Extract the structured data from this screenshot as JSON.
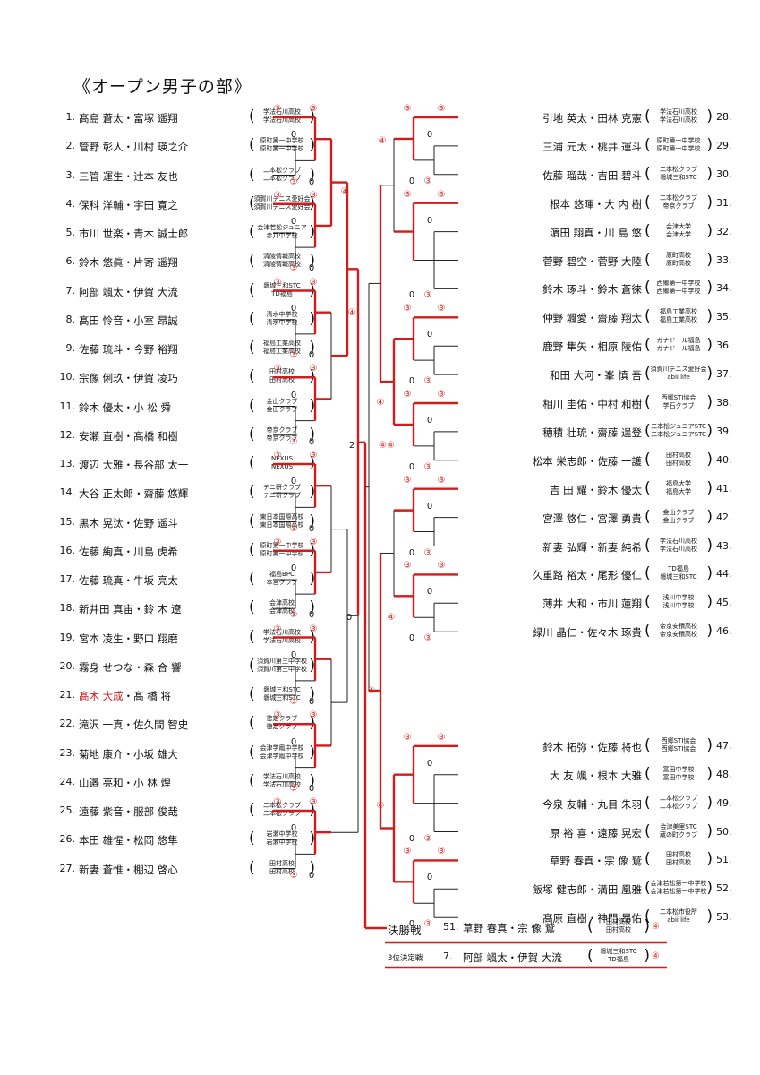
{
  "title": "《オープン男子の部》",
  "left_entries": [
    {
      "num": "1.",
      "names": "髙島 蒼太・富塚 遥翔",
      "club": [
        "学法石川高校",
        "学法石川高校"
      ]
    },
    {
      "num": "2.",
      "names": "管野 彰人・川村 瑛之介",
      "club": [
        "原町第一中学校",
        "原町第一中学校"
      ]
    },
    {
      "num": "3.",
      "names": "三管 運生・辻本 友也",
      "club": [
        "二本松クラブ",
        "二本松クラブ"
      ]
    },
    {
      "num": "4.",
      "names": "保科 洋輔・宇田 寛之",
      "club": [
        "須賀川テニス愛好会",
        "須賀川テニス愛好会"
      ]
    },
    {
      "num": "5.",
      "names": "市川 世楽・青木 誠士郎",
      "club": [
        "会津若松ジュニア",
        "赤井中学校"
      ]
    },
    {
      "num": "6.",
      "names": "鈴木 悠眞・片寄 遥翔",
      "club": [
        "清陵情報高校",
        "清陵情報高校"
      ]
    },
    {
      "num": "7.",
      "names": "阿部 颯太・伊賀 大流",
      "club": [
        "磐城三和STC",
        "TD福島"
      ]
    },
    {
      "num": "8.",
      "names": "髙田 怜音・小室 昂誠",
      "club": [
        "清水中学校",
        "清水中学校"
      ]
    },
    {
      "num": "9.",
      "names": "佐藤 琉斗・今野 裕翔",
      "club": [
        "福島工業高校",
        "福島工業高校"
      ]
    },
    {
      "num": "10.",
      "names": "宗像 俐玖・伊賀 凌巧",
      "club": [
        "田村高校",
        "田村高校"
      ]
    },
    {
      "num": "11.",
      "names": "鈴木 優太・小 松 舜",
      "club": [
        "金山クラブ",
        "金山クラブ"
      ]
    },
    {
      "num": "12.",
      "names": "安瀬 直樹・髙橋 和樹",
      "club": [
        "帝京クラブ",
        "帝京クラブ"
      ]
    },
    {
      "num": "13.",
      "names": "渡辺 大雅・長谷部 太一",
      "club": [
        "NEXUS",
        "NEXUS"
      ]
    },
    {
      "num": "14.",
      "names": "大谷 正太郎・齋藤 悠輝",
      "club": [
        "テニ研クラブ",
        "テニ研クラブ"
      ]
    },
    {
      "num": "15.",
      "names": "黒木 晃汰・佐野 遥斗",
      "club": [
        "東日本国際高校",
        "東日本国際高校"
      ]
    },
    {
      "num": "16.",
      "names": "佐藤 絢真・川島 虎希",
      "club": [
        "原町第一中学校",
        "原町第一中学校"
      ]
    },
    {
      "num": "17.",
      "names": "佐藤 琉真・牛坂 亮太",
      "club": [
        "福島BPC",
        "本宮クラブ"
      ]
    },
    {
      "num": "18.",
      "names": "新井田 真宙・鈴 木 遼",
      "club": [
        "会津高校",
        "会津高校"
      ]
    },
    {
      "num": "19.",
      "names": "宮本 凌生・野口 翔磨",
      "club": [
        "学法石川高校",
        "学法石川高校"
      ]
    },
    {
      "num": "20.",
      "names": "霧身 せつな・森 合 響",
      "club": [
        "須賀川第三中学校",
        "須賀川第三中学校"
      ]
    },
    {
      "num": "21.",
      "names": "髙木 大成・髙 橋 将",
      "club": [
        "磐城三和STC",
        "磐城三和STC"
      ]
    },
    {
      "num": "22.",
      "names": "滝沢 一真・佐久間 智史",
      "club": [
        "徳定クラブ",
        "徳定クラブ"
      ]
    },
    {
      "num": "23.",
      "names": "菊地 康介・小坂 雄大",
      "club": [
        "会津学鳳中学校",
        "会津学鳳中学校"
      ]
    },
    {
      "num": "24.",
      "names": "山邉 亮和・小 林 煌",
      "club": [
        "学法石川高校",
        "学法石川高校"
      ]
    },
    {
      "num": "25.",
      "names": "遠藤 紫音・服部 俊哉",
      "club": [
        "二本松クラブ",
        "二本松クラブ"
      ]
    },
    {
      "num": "26.",
      "names": "本田 雄惺・松岡 悠隼",
      "club": [
        "岩瀬中学校",
        "岩瀬中学校"
      ]
    },
    {
      "num": "27.",
      "names": "新妻 蒼惟・棚辺 啓心",
      "club": [
        "田村高校",
        "田村高校"
      ]
    }
  ],
  "right_entries": [
    {
      "num": "28.",
      "names": "引地 英太・田林 克憲",
      "club": [
        "学法石川高校",
        "学法石川高校"
      ]
    },
    {
      "num": "29.",
      "names": "三浦 元太・桃井 運斗",
      "club": [
        "原町第一中学校",
        "原町第一中学校"
      ]
    },
    {
      "num": "30.",
      "names": "佐藤 瑠哉・吉田 碧斗",
      "club": [
        "二本松クラブ",
        "磐城三和STC"
      ]
    },
    {
      "num": "31.",
      "names": "根本 悠暉・大 内 樹",
      "club": [
        "二本松クラブ",
        "帝京クラブ"
      ]
    },
    {
      "num": "32.",
      "names": "濵田 翔真・川 島 悠",
      "club": [
        "会津大学",
        "会津大学"
      ]
    },
    {
      "num": "33.",
      "names": "菅野 碧空・菅野 大陸",
      "club": [
        "原町高校",
        "原町高校"
      ]
    },
    {
      "num": "34.",
      "names": "鈴木 琢斗・鈴木 蒼徠",
      "club": [
        "西郷第一中学校",
        "西郷第一中学校"
      ]
    },
    {
      "num": "35.",
      "names": "仲野 颯愛・齋藤 翔太",
      "club": [
        "福島工業高校",
        "福島工業高校"
      ]
    },
    {
      "num": "36.",
      "names": "鹿野 隼矢・相原 陵佑",
      "club": [
        "ガナドール福島",
        "ガナドール福島"
      ]
    },
    {
      "num": "37.",
      "names": "和田 大河・峯 慎 吾",
      "club": [
        "須賀川テニス愛好会",
        "abii life"
      ]
    },
    {
      "num": "38.",
      "names": "相川 圭佑・中村 和樹",
      "club": [
        "西郷STI協会",
        "学石クラブ"
      ]
    },
    {
      "num": "39.",
      "names": "穂積 壮琉・齋藤 逞登",
      "club": [
        "二本松ジュニアSTC",
        "二本松ジュニアSTC"
      ]
    },
    {
      "num": "40.",
      "names": "松本 栄志郎・佐藤 一護",
      "club": [
        "田村高校",
        "田村高校"
      ]
    },
    {
      "num": "41.",
      "names": "吉 田 耀・鈴木 優太",
      "club": [
        "福島大学",
        "福島大学"
      ]
    },
    {
      "num": "42.",
      "names": "宮澤 悠仁・宮澤 勇貴",
      "club": [
        "金山クラブ",
        "金山クラブ"
      ]
    },
    {
      "num": "43.",
      "names": "新妻 弘輝・新妻 純希",
      "club": [
        "学法石川高校",
        "学法石川高校"
      ]
    },
    {
      "num": "44.",
      "names": "久重路 裕太・尾形 優仁",
      "club": [
        "TD福島",
        "磐城三和STC"
      ]
    },
    {
      "num": "45.",
      "names": "薄井 大和・市川 蓮翔",
      "club": [
        "浅川中学校",
        "浅川中学校"
      ]
    },
    {
      "num": "46.",
      "names": "緑川 晶仁・佐々木 琢貴",
      "club": [
        "帝京安積高校",
        "帝京安積高校"
      ]
    },
    {
      "num": "47.",
      "names": "鈴木 拓弥・佐藤 将也",
      "club": [
        "西郷STI協会",
        "西郷STI協会"
      ]
    },
    {
      "num": "48.",
      "names": "大 友 颯・根本 大雅",
      "club": [
        "富田中学校",
        "富田中学校"
      ]
    },
    {
      "num": "49.",
      "names": "今泉 友輔・丸目 朱羽",
      "club": [
        "二本松クラブ",
        "二本松クラブ"
      ]
    },
    {
      "num": "50.",
      "names": "原 裕 喜・遠藤 晃宏",
      "club": [
        "会津美里STC",
        "蔵の町クラブ"
      ]
    },
    {
      "num": "51.",
      "names": "草野 春真・宗 像 鷲",
      "club": [
        "田村高校",
        "田村高校"
      ]
    },
    {
      "num": "52.",
      "names": "飯塚 健志郎・満田 凰雅",
      "club": [
        "会津若松第一中学校",
        "会津若松第一中学校"
      ]
    },
    {
      "num": "53.",
      "names": "髙原 直樹・神門 昂佑",
      "club": [
        "二本松市役所",
        "abii life"
      ]
    }
  ],
  "final": {
    "label": "決勝戦",
    "num": "51.",
    "names": "草野 春真・宗 像 鷲",
    "club": [
      "田村高校",
      "田村高校"
    ],
    "score": "④"
  },
  "third_place": {
    "label": "3位決定戦",
    "num": "7.",
    "names": "阿部 颯太・伊賀 大流",
    "club": [
      "磐城三和STC",
      "TD福島"
    ],
    "score": "④"
  },
  "colors": {
    "winner": "#d21c1c",
    "line": "#222222"
  }
}
